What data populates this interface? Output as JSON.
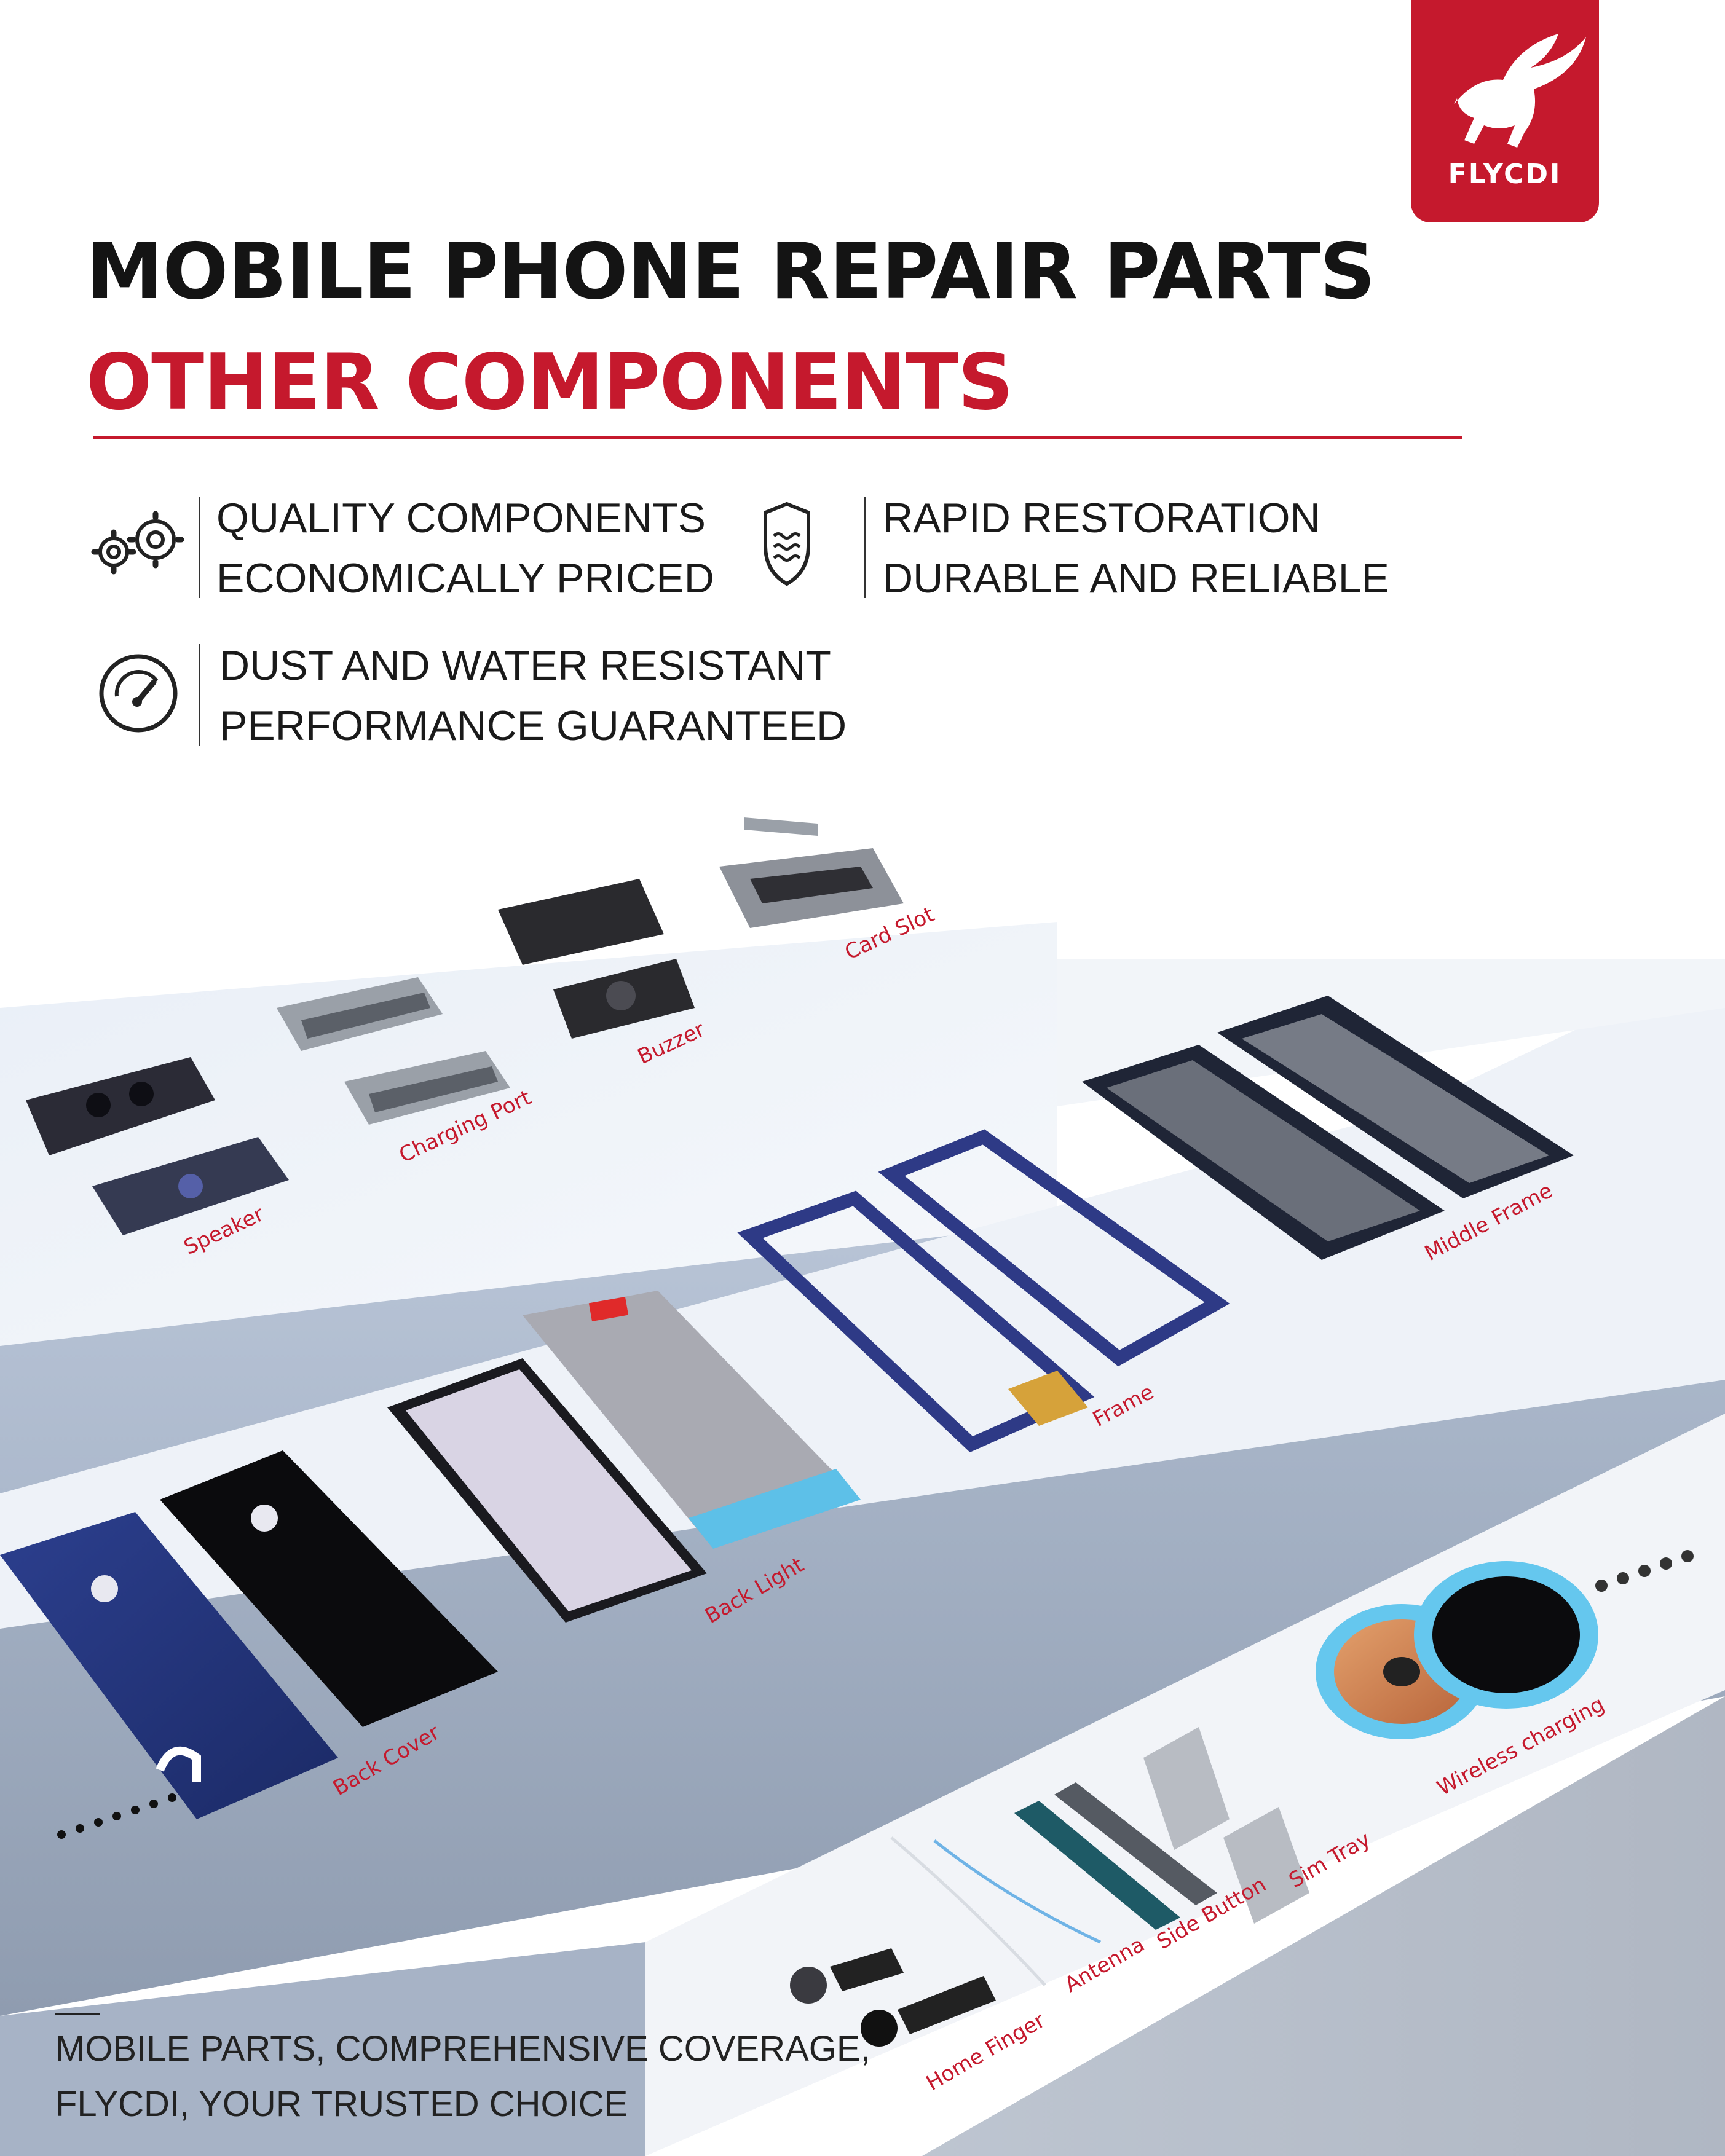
{
  "brand": {
    "name": "FLYCDI",
    "logo_icon": "pegasus-icon",
    "color": "#c5192d"
  },
  "header": {
    "title": "MOBILE PHONE REPAIR PARTS",
    "subtitle": "OTHER COMPONENTS"
  },
  "features": [
    {
      "icon": "gears-icon",
      "line1": "QUALITY COMPONENTS",
      "line2": "ECONOMICALLY PRICED"
    },
    {
      "icon": "shield-waves-icon",
      "line1": "RAPID RESTORATION",
      "line2": "DURABLE AND RELIABLE"
    },
    {
      "icon": "gauge-icon",
      "line1": "DUST AND WATER RESISTANT",
      "line2": "PERFORMANCE GUARANTEED"
    }
  ],
  "parts": {
    "speaker": "Speaker",
    "charging_port": "Charging Port",
    "buzzer": "Buzzer",
    "card_slot": "Card Slot",
    "back_cover": "Back Cover",
    "back_light": "Back Light",
    "frame": "Frame",
    "middle_frame": "Middle Frame",
    "home_finger": "Home Finger",
    "antenna": "Antenna",
    "side_button": "Side Button",
    "sim_tray": "Sim Tray",
    "wireless_charging": "Wireless charging"
  },
  "footer": {
    "line1": "MOBILE PARTS, COMPREHENSIVE COVERAGE,",
    "line2": "FLYCDI, YOUR TRUSTED CHOICE"
  }
}
